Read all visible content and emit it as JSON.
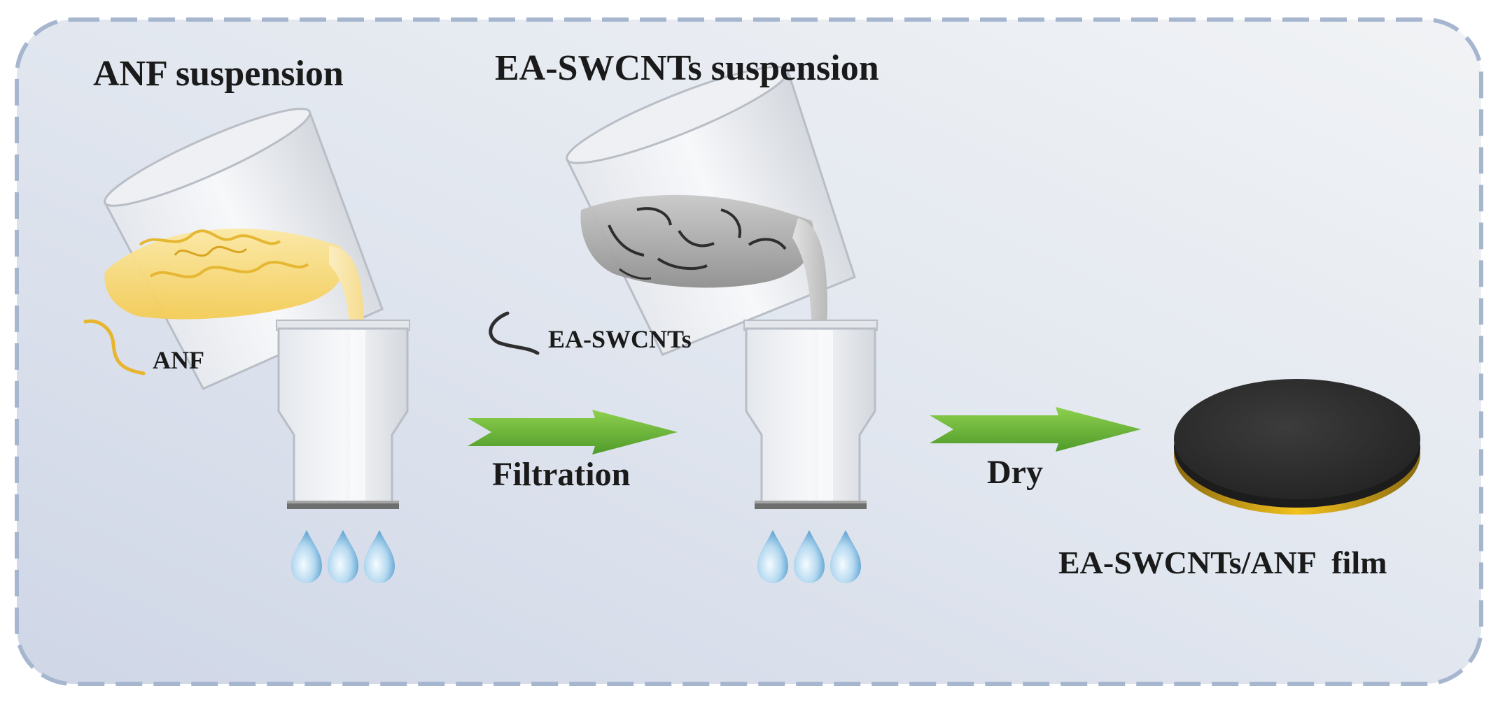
{
  "labels": {
    "anf_suspension": "ANF suspension",
    "ea_swcnts_suspension": "EA-SWCNTs suspension",
    "anf": "ANF",
    "ea_swcnts": "EA-SWCNTs",
    "filtration": "Filtration",
    "dry": "Dry",
    "film": "EA-SWCNTs/ANF  film"
  },
  "colors": {
    "panel_border": "#a7b6cf",
    "panel_fill": "#dde3ee",
    "anf_liquid": "#f7d978",
    "anf_fiber": "#e6b733",
    "swcnt_liquid": "#a9a9a9",
    "swcnt_fiber": "#2e2e2e",
    "arrow_green": "#6cb43a",
    "film_top": "#2f2f2f",
    "film_edge": "#d9a520",
    "droplet": "#8fc3e6"
  },
  "icons": [
    "beaker-icon",
    "filter-funnel-icon",
    "droplet-icon",
    "arrow-right-icon",
    "film-disc-icon"
  ]
}
